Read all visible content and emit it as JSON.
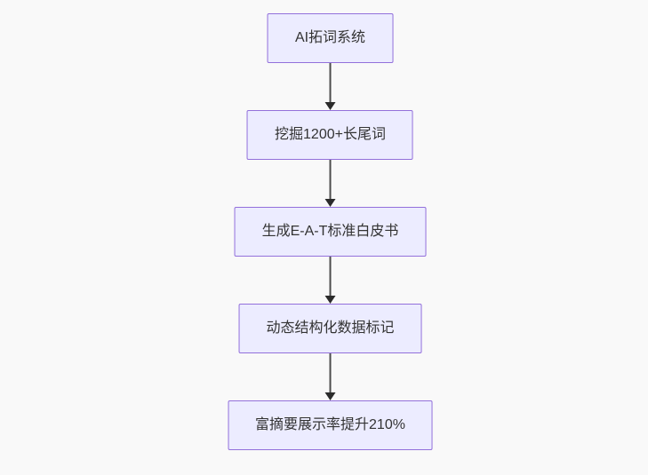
{
  "page": {
    "background_color": "#f9f9f9"
  },
  "flowchart": {
    "type": "vertical-flowchart",
    "direction": "top-down",
    "style": {
      "node_fill": "#ECECFF",
      "node_border": "#9370DB",
      "node_text_color": "#333333",
      "edge_color": "#4d4d4d",
      "arrowhead_color": "#2b2b2b"
    },
    "nodes": [
      {
        "label": "AI拓词系统"
      },
      {
        "label": "挖掘1200+长尾词"
      },
      {
        "label": "生成E-A-T标准白皮书"
      },
      {
        "label": "动态结构化数据标记"
      },
      {
        "label": "富摘要展示率提升210%"
      }
    ],
    "edges": [
      {
        "from": 0,
        "to": 1
      },
      {
        "from": 1,
        "to": 2
      },
      {
        "from": 2,
        "to": 3
      },
      {
        "from": 3,
        "to": 4
      }
    ]
  }
}
